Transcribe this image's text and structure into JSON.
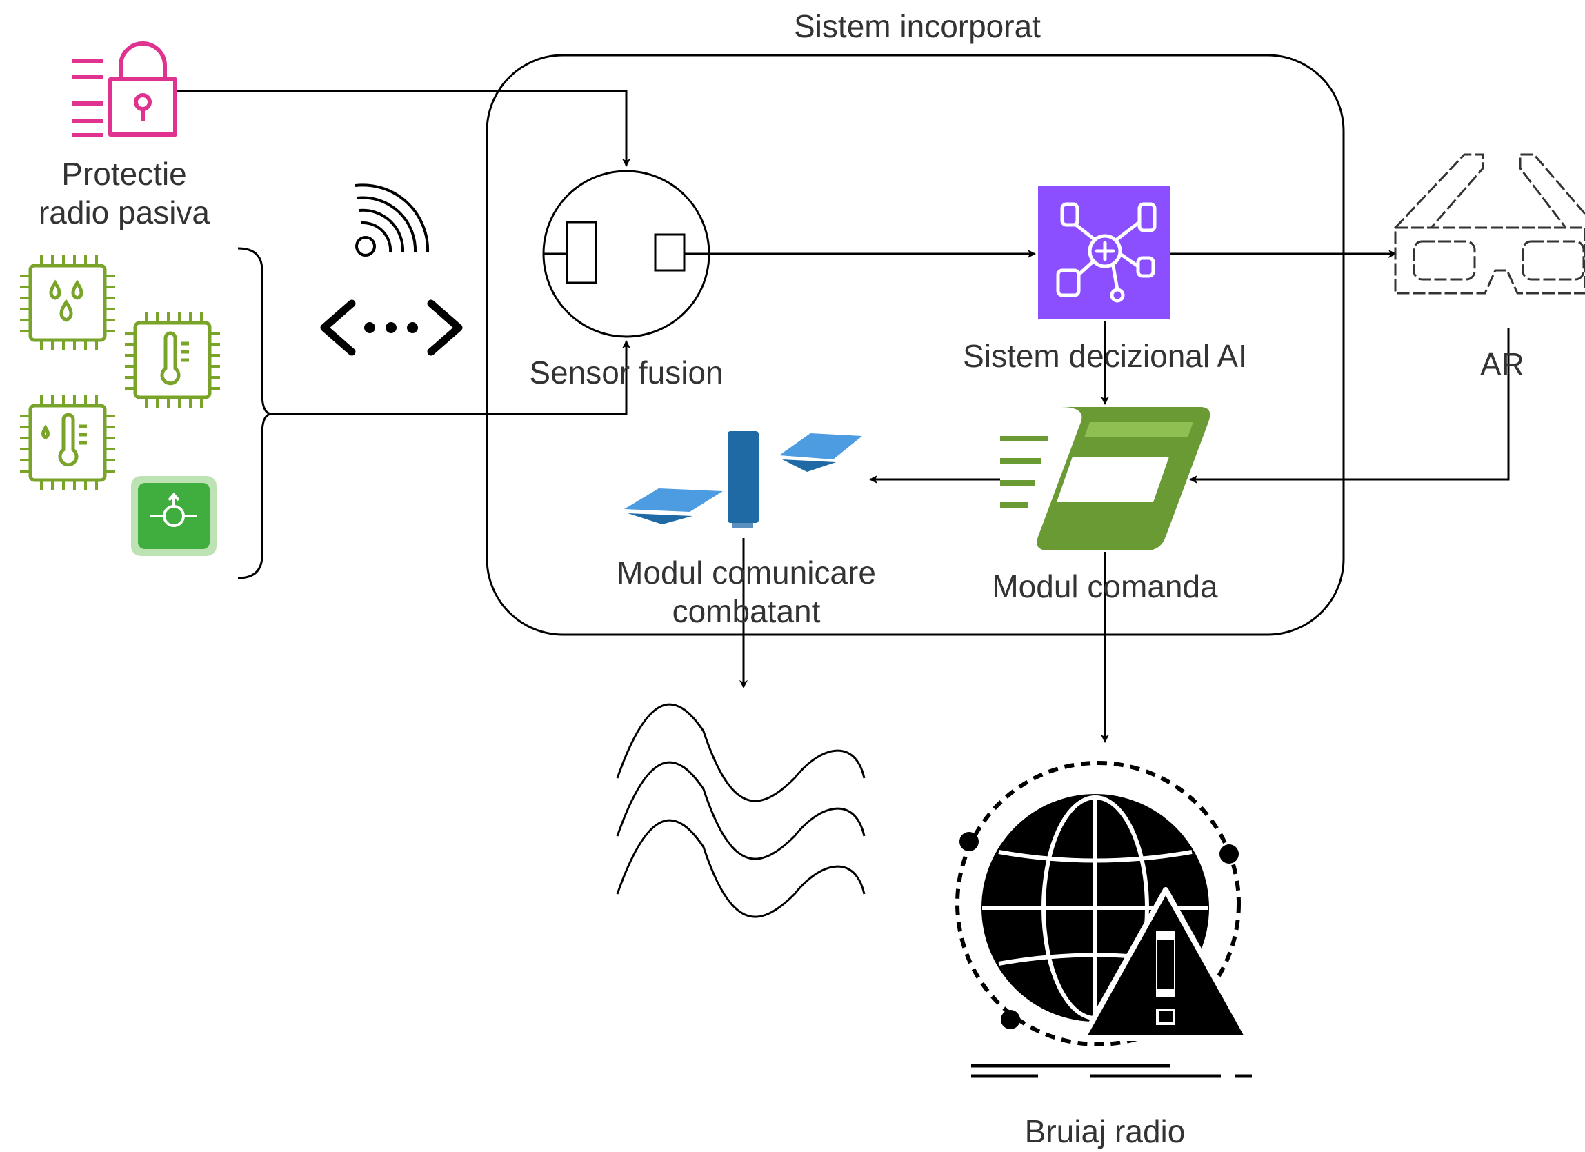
{
  "diagram": {
    "container_label": "Sistem incorporat",
    "nodes": {
      "passive_protection": "Protectie\nradio pasiva",
      "sensor_fusion": "Sensor fusion",
      "ai_decision": "Sistem decizional AI",
      "ar": "AR",
      "command_module": "Modul comanda",
      "comm_module": "Modul comunicare\ncombatant",
      "jamming": "Bruiaj radio"
    },
    "icons": {
      "passive_protection": "lock-shield-icon",
      "sensors": [
        "humidity-chip-icon",
        "temperature-chip-icon",
        "temperature-chip-icon",
        "sensor-hub-icon"
      ],
      "wireless": "wifi-signal-icon",
      "link": "bidirectional-arrow-icon",
      "ai_decision": "ai-network-icon",
      "ar": "ar-glasses-icon",
      "command_module": "command-module-icon",
      "comm_module": "data-exchange-icon",
      "waves": "radio-waves-icon",
      "jamming": "globe-warning-icon"
    },
    "colors": {
      "protection": "#e0338f",
      "sensors": "#7aa32a",
      "sensor_hub": "#3fae3f",
      "ai": "#8c4fff",
      "command": "#6a9a34",
      "comm": "#1f6aa5",
      "line": "#000000"
    }
  }
}
